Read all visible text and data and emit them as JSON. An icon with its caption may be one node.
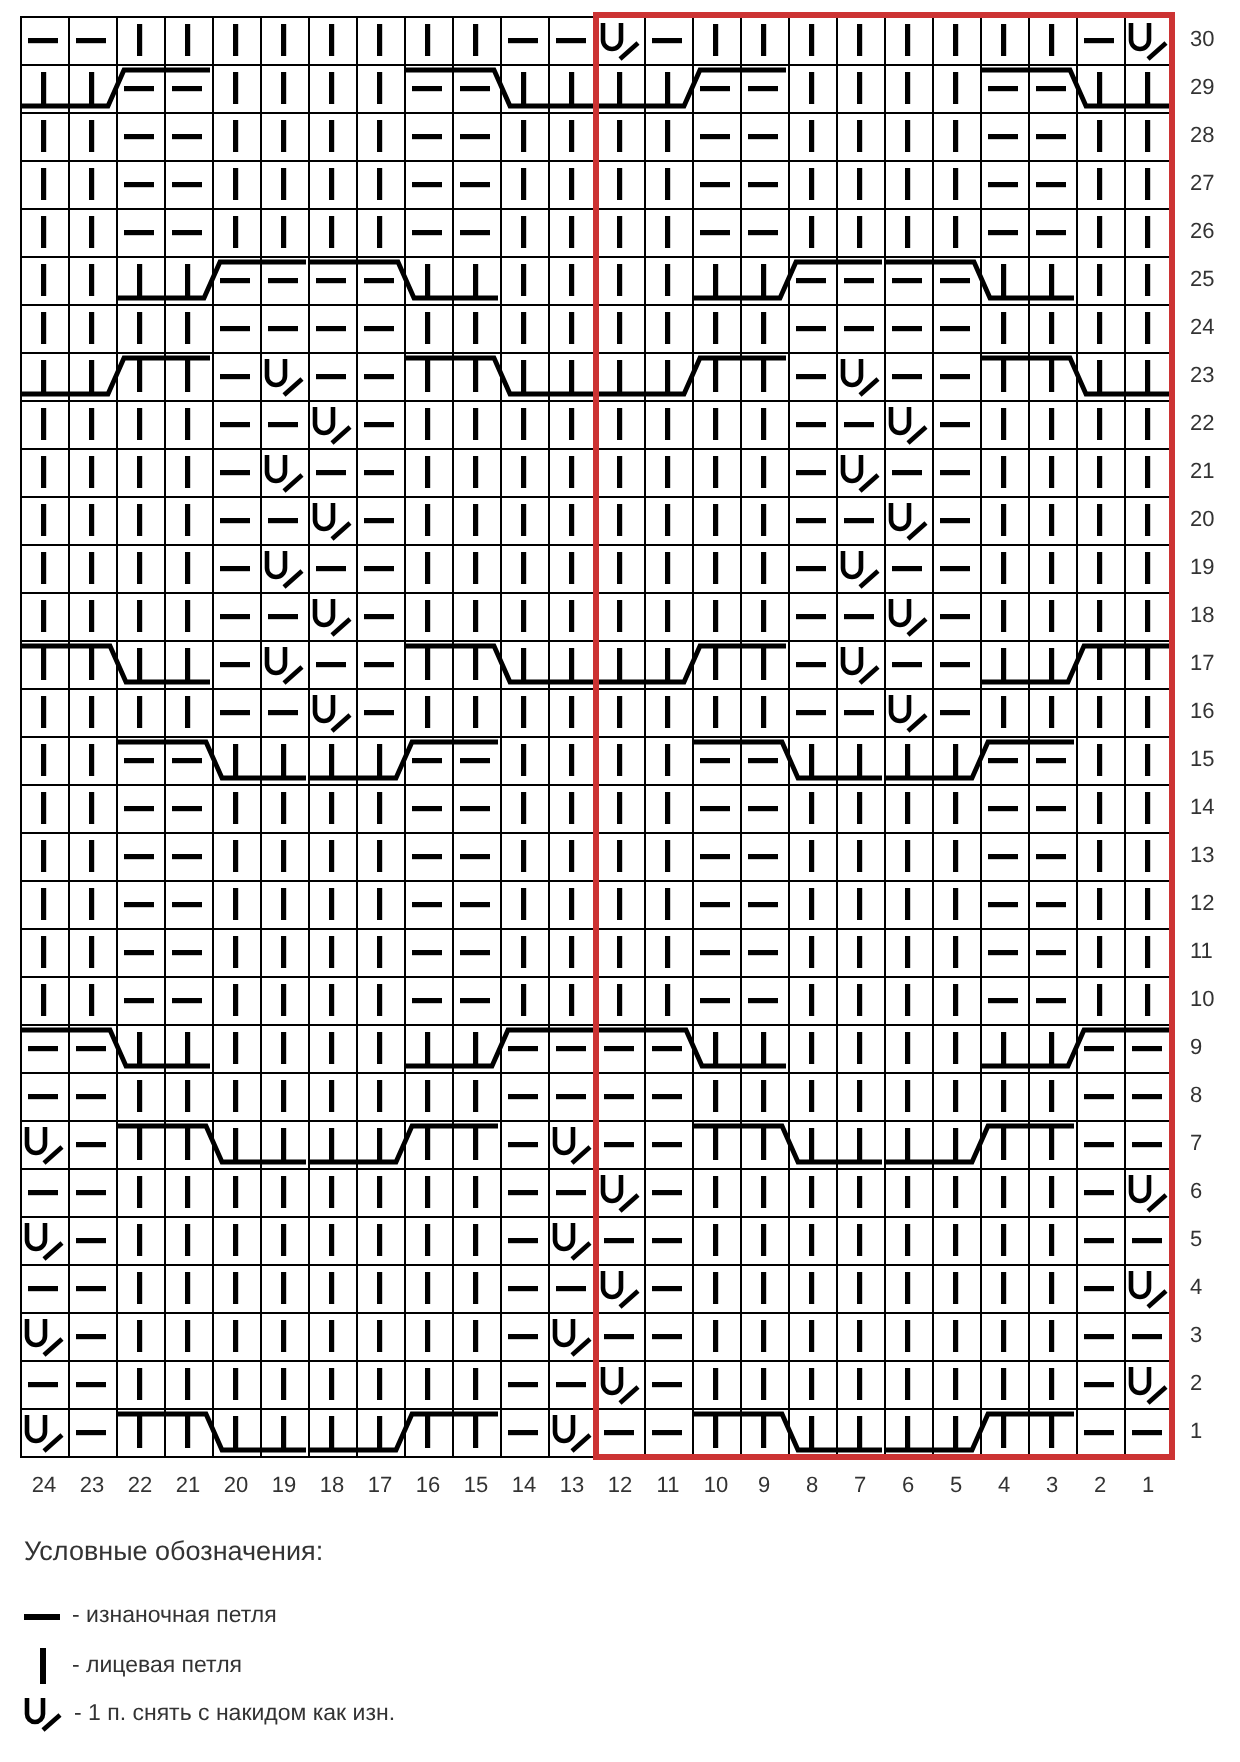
{
  "diagram": {
    "labels": [
      "30",
      "29",
      "28",
      "27",
      "26",
      "25",
      "24",
      "23",
      "22",
      "21",
      "20",
      "19",
      "18",
      "17",
      "16",
      "15",
      "14",
      "13",
      "12",
      "11",
      "10",
      "9",
      "8",
      "7",
      "6",
      "5",
      "4",
      "3",
      "2",
      "1",
      "24",
      "23",
      "22",
      "21",
      "20",
      "19",
      "18",
      "17",
      "16",
      "15",
      "14",
      "13",
      "12",
      "11",
      "10",
      "9",
      "8",
      "7",
      "6",
      "5",
      "4",
      "3",
      "2",
      "1",
      "Условные обозначения:"
    ],
    "legend": [
      {
        "text": "- изнаночная петля"
      },
      {
        "text": "- лицевая петля"
      },
      {
        "text": "- 1 п. снять с накидом как изн."
      }
    ]
  }
}
